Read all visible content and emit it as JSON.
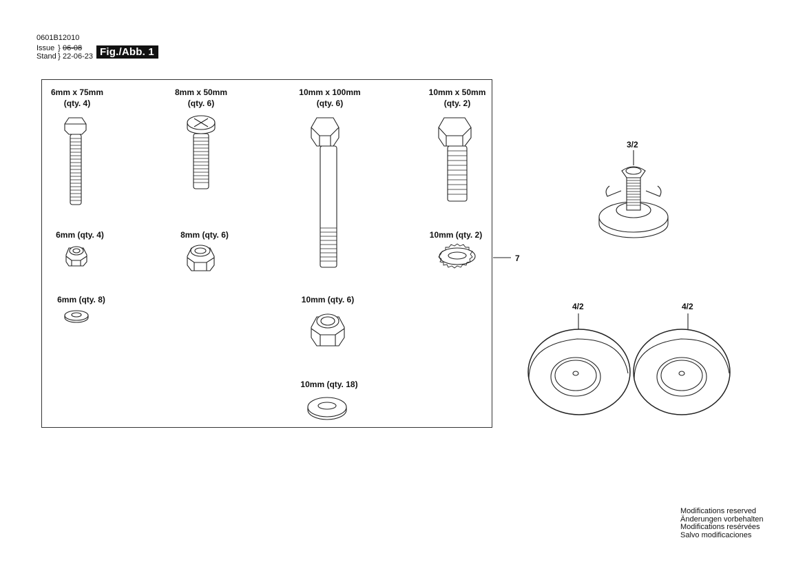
{
  "header": {
    "document_number": "0601B12010",
    "issue_label": "Issue",
    "issue_value": "06-08",
    "stand_label": "Stand",
    "stand_value": "22-06-23",
    "figure_label": "Fig./Abb. 1"
  },
  "kit": {
    "callout": "7",
    "parts": [
      {
        "size": "6mm x 75mm",
        "qty": "(qty. 4)",
        "type": "hex-bolt"
      },
      {
        "size": "8mm x 50mm",
        "qty": "(qty. 6)",
        "type": "cross-head-bolt"
      },
      {
        "size": "10mm x 100mm",
        "qty": "(qty. 6)",
        "type": "hex-bolt-long"
      },
      {
        "size": "10mm x 50mm",
        "qty": "(qty. 2)",
        "type": "hex-bolt"
      },
      {
        "label": "6mm (qty. 4)",
        "type": "lock-nut"
      },
      {
        "label": "8mm (qty. 6)",
        "type": "lock-nut"
      },
      {
        "label": "10mm (qty. 2)",
        "type": "serrated-lock-washer"
      },
      {
        "label": "6mm (qty. 8)",
        "type": "flat-washer"
      },
      {
        "label": "10mm (qty. 6)",
        "type": "lock-nut"
      },
      {
        "label": "10mm (qty. 18)",
        "type": "flat-washer"
      }
    ]
  },
  "loose_parts": [
    {
      "callout": "3/2",
      "type": "adjustable-foot"
    },
    {
      "callout": "4/2",
      "type": "wheel"
    },
    {
      "callout": "4/2",
      "type": "wheel"
    }
  ],
  "footer": {
    "lines": [
      "Modifications reserved",
      "Änderungen vorbehalten",
      "Modifications resérvées",
      "Salvo modificaciones"
    ]
  }
}
